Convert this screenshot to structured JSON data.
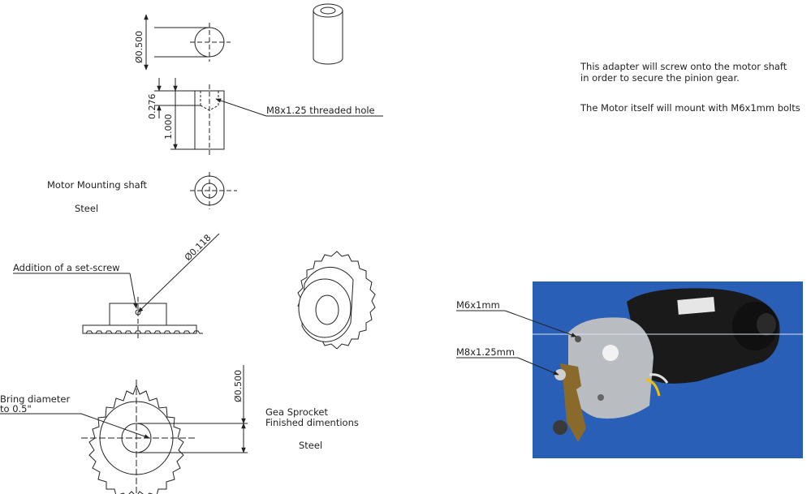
{
  "drawing": {
    "shaft_dim_diameter": "Ø0.500",
    "height_dim_1": "0.276",
    "height_dim_2": "1.000",
    "thread_callout": "M8x1.25 threaded hole",
    "shaft_label": "Motor Mounting shaft",
    "shaft_material": "Steel",
    "setscrew_dim": "Ø0.118",
    "setscrew_callout": "Addition of a set-screw",
    "sprocket_dim_diameter": "Ø0.500",
    "bring_diameter_line1": "Bring diameter",
    "bring_diameter_line2": "to 0.5\"",
    "sprocket_label_line1": "Gea  Sprocket",
    "sprocket_label_line2": "Finished dimentions",
    "sprocket_material": "Steel"
  },
  "notes": {
    "adapter_line1": "This adapter will screw onto the motor shaft",
    "adapter_line2": "in order to secure the pinion gear.",
    "motor_mount": "The Motor itself will mount with M6x1mm bolts"
  },
  "photo": {
    "label_m6": "M6x1mm",
    "label_m8": "M8x1.25mm"
  },
  "colors": {
    "photo_background": "#2a5fb8",
    "motor_body": "#1a1a1a",
    "gearbox": "#b9bcc0",
    "bracket": "#8a6a2a",
    "line": "#222222"
  }
}
